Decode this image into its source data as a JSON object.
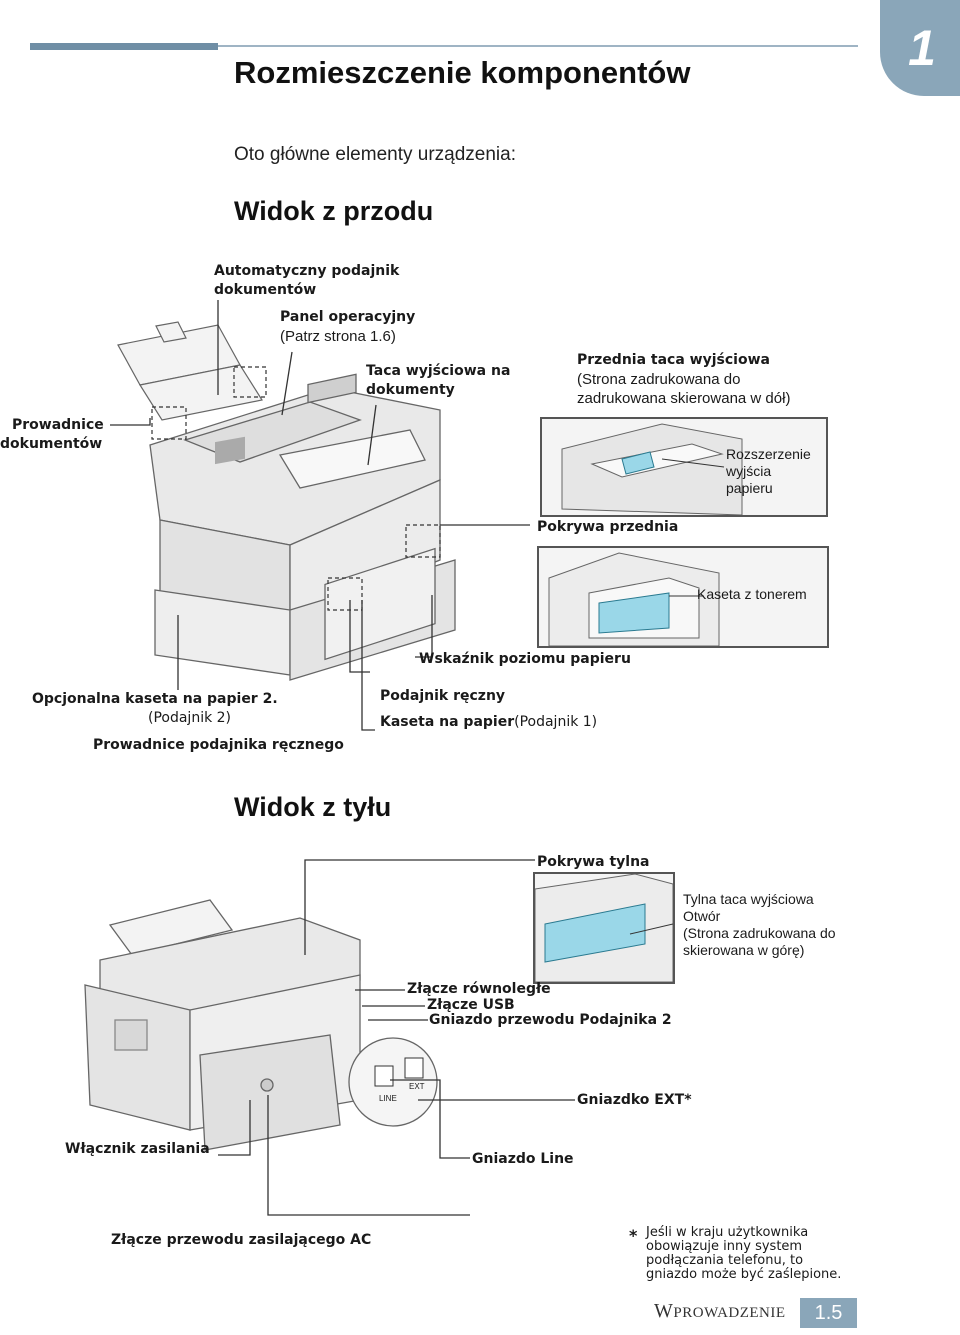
{
  "chapter_number": "1",
  "title": "Rozmieszczenie komponentów",
  "intro": "Oto główne elementy urządzenia:",
  "front_view": {
    "heading": "Widok z przodu",
    "labels": {
      "adf_1": "Automatyczny podajnik",
      "adf_2": "dokumentów",
      "panel_1": "Panel operacyjny",
      "panel_2": "(Patrz strona 1.6)",
      "doc_output_1": "Taca wyjściowa na",
      "doc_output_2": "dokumenty",
      "front_output_1": "Przednia taca wyjściowa",
      "front_output_2": "(Strona zadrukowana do",
      "front_output_3": "zadrukowana skierowana w dół)",
      "doc_guides_1": "Prowadnice",
      "doc_guides_2": "dokumentów",
      "extension_1": "Rozszerzenie",
      "extension_2": "wyjścia",
      "extension_3": "papieru",
      "front_cover": "Pokrywa przednia",
      "toner": "Kaseta z tonerem",
      "paper_level": "Wskaźnik poziomu papieru",
      "optional_tray_1": "Opcjonalna kaseta na papier 2.",
      "optional_tray_2": "(Podajnik 2)",
      "manual_guides": "Prowadnice podajnika ręcznego",
      "manual_feeder": "Podajnik ręczny",
      "paper_tray_bold": "Kaseta na papier",
      "paper_tray_rest": "(Podajnik 1)"
    }
  },
  "rear_view": {
    "heading": "Widok z tyłu",
    "labels": {
      "rear_cover": "Pokrywa tylna",
      "rear_output_1": "Tylna taca wyjściowa",
      "rear_output_2": "Otwór",
      "rear_output_3": "(Strona zadrukowana do",
      "rear_output_4": "skierowana w górę)",
      "parallel": "Złącze równoległe",
      "usb": "Złącze USB",
      "tray2_socket": "Gniazdo przewodu Podajnika 2",
      "ext_socket": "Gniazdko EXT*",
      "power_switch": "Włącznik zasilania",
      "line_socket": "Gniazdo Line",
      "ac_connector": "Złącze przewodu zasilającego AC",
      "jack_line": "LINE",
      "jack_ext": "EXT"
    }
  },
  "footnote": {
    "star": "*",
    "line1": "Jeśli w kraju użytkownika",
    "line2": "obowiązuje inny system",
    "line3": "podłączania telefonu, to",
    "line4": "gniazdo może być zaślepione."
  },
  "footer": {
    "w": "W",
    "rest": "PROWADZENIE",
    "page": "1.5"
  },
  "colors": {
    "accent": "#8aa6b9",
    "rule": "#6f8ea5",
    "toner": "#9ad7e8"
  }
}
